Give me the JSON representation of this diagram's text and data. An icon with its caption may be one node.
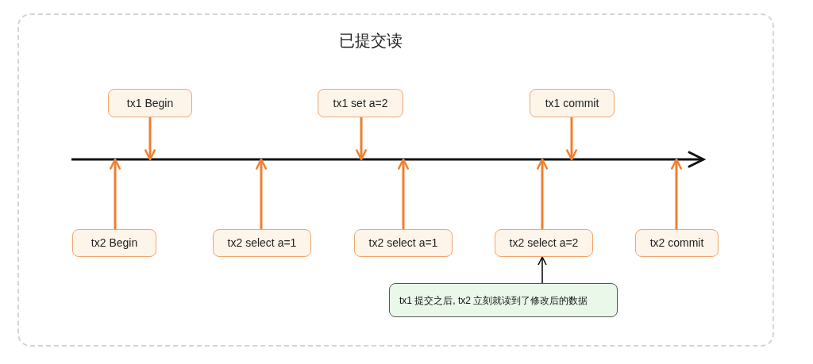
{
  "diagram": {
    "title": "已提交读",
    "nodes": [
      {
        "text": [
          "tx1 Begin"
        ]
      },
      {
        "text": [
          "tx1 set a=2"
        ]
      },
      {
        "text": [
          "tx1 commit"
        ]
      },
      {
        "text": [
          "tx2 Begin"
        ]
      },
      {
        "text": [
          "tx2 select a=1"
        ]
      },
      {
        "text": [
          "tx2 select a=1"
        ]
      },
      {
        "text": [
          "tx2 select a=2"
        ]
      },
      {
        "text": [
          "tx2 commit"
        ]
      },
      {
        "text": [
          "tx1 提交之后, tx2 立刻就读到了修改后的数据"
        ]
      }
    ],
    "edges": [
      {
        "from": 0,
        "to": null,
        "arrow": "to"
      },
      {
        "from": 1,
        "to": null,
        "arrow": "to"
      },
      {
        "from": 2,
        "to": null,
        "arrow": "to"
      },
      {
        "from": 3,
        "to": null,
        "arrow": "to"
      },
      {
        "from": 4,
        "to": null,
        "arrow": "to"
      },
      {
        "from": 5,
        "to": null,
        "arrow": "to"
      },
      {
        "from": 6,
        "to": null,
        "arrow": "to"
      },
      {
        "from": 7,
        "to": null,
        "arrow": "to"
      },
      {
        "from": 8,
        "to": 6,
        "arrow": "to",
        "color": "#000000"
      }
    ]
  }
}
